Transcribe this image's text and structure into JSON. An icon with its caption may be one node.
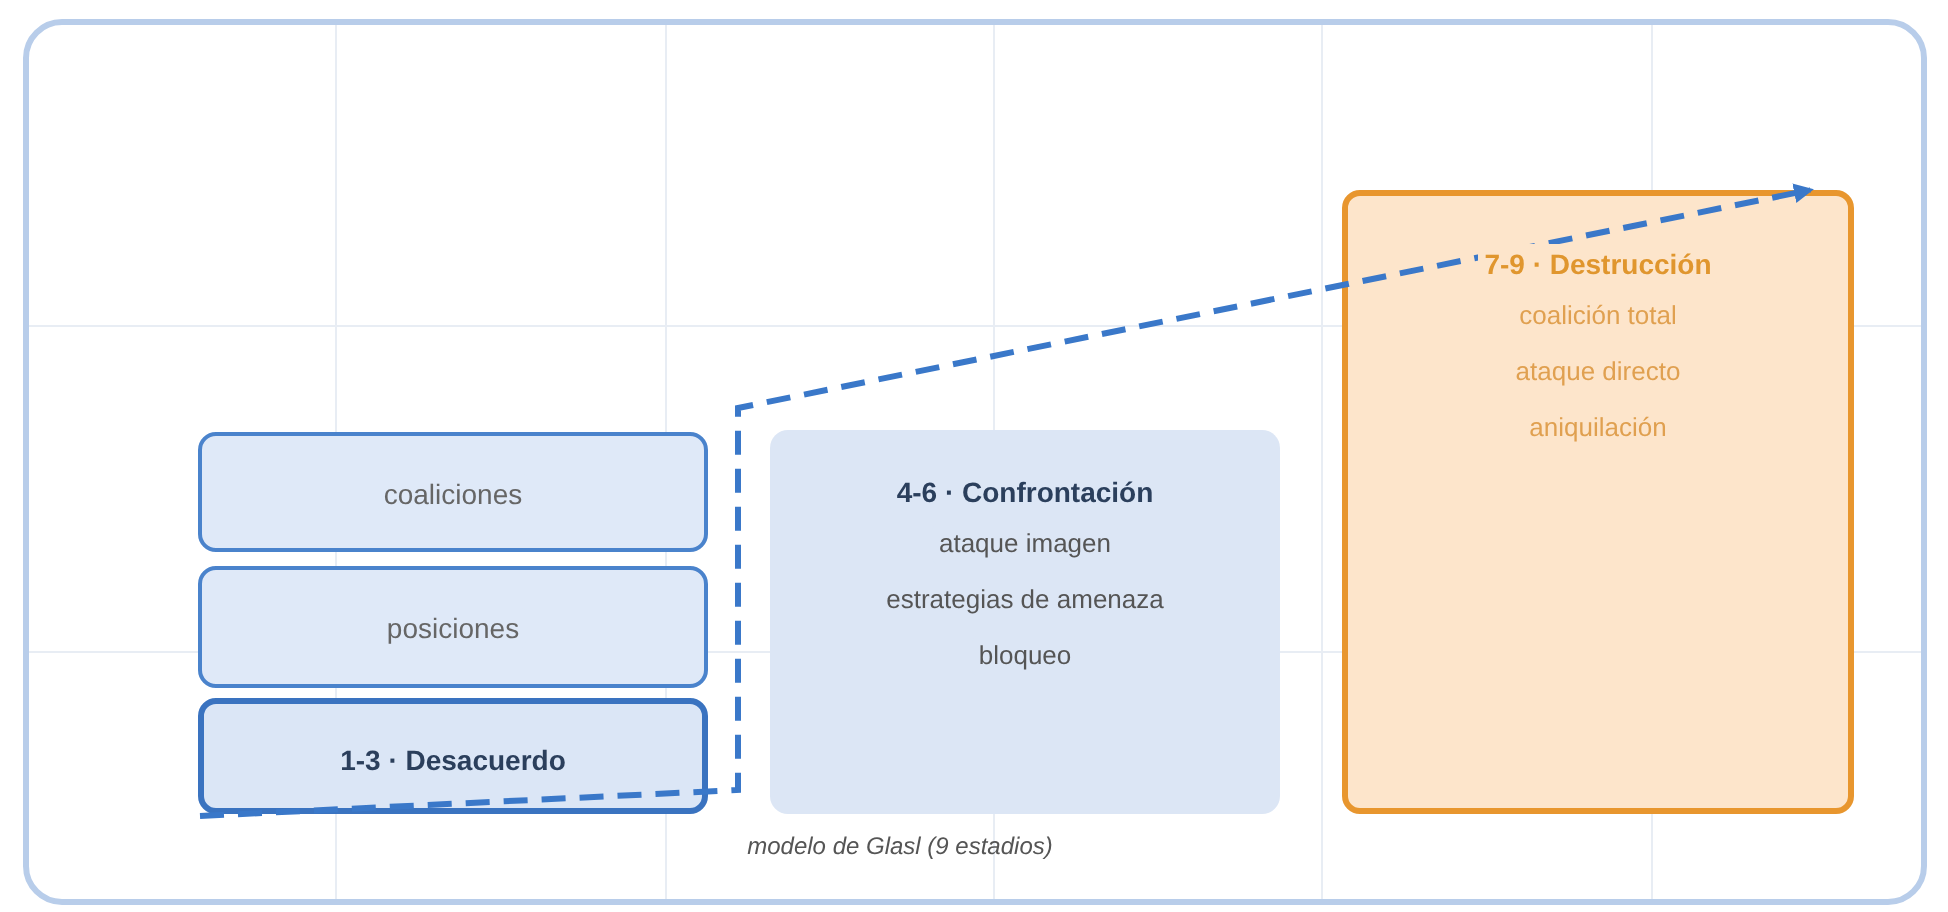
{
  "diagram": {
    "caption": "modelo de Glasl (9 estadios)",
    "nodes": [
      {
        "text": [
          "coaliciones"
        ]
      },
      {
        "text": [
          "posiciones"
        ]
      },
      {
        "text": [
          "1-3 · Desacuerdo"
        ]
      },
      {
        "text": [
          "4-6 · Confrontación",
          "ataque imagen",
          "estrategias de amenaza",
          "bloqueo"
        ]
      },
      {
        "text": [
          "7-9 · Destrucción",
          "coalición total",
          "ataque directo",
          "aniquilación"
        ]
      }
    ],
    "edges": [
      {
        "from": 2,
        "to": 4,
        "arrow": "to",
        "style": "dashed"
      }
    ]
  }
}
